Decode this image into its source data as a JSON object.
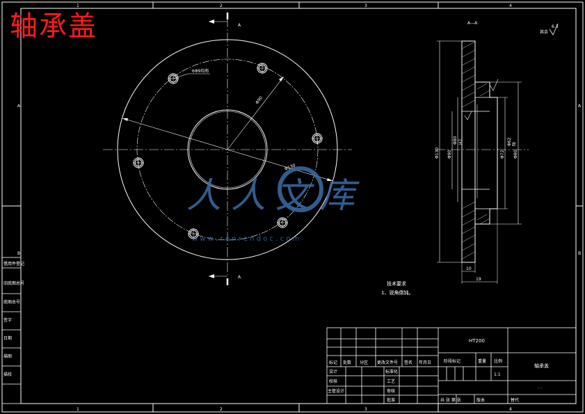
{
  "title": "轴承盖",
  "colors": {
    "background": "#000000",
    "lines": "#ffffff",
    "title": "#ff1a1a",
    "accent": "#ff3030",
    "watermark": "#3b6ea8"
  },
  "grid": {
    "top_numbers": [
      "1",
      "2",
      "3",
      "4"
    ],
    "left_letters": [
      "A",
      "B"
    ],
    "right_letters": [
      "A",
      "B"
    ]
  },
  "front_view": {
    "view_marker_top": "A",
    "view_marker_bottom": "A",
    "hole_note": "6Φ9均布",
    "dim_diagonal": "Φ90",
    "dim_outer": "Φ130"
  },
  "section_view": {
    "title": "A—A",
    "roughness_label": "其余",
    "roughness_value": "6.3",
    "left_dims": [
      "Φ130",
      "Φ90"
    ],
    "left_mid_dims": [
      "Φ80",
      "H7"
    ],
    "right_dims": [
      "Φ72",
      "Φ80"
    ],
    "right_mid_dims": [
      "Φ62",
      "f8"
    ],
    "bottom_dim_1": "10",
    "bottom_dim_2": "19"
  },
  "notes": {
    "title": "技术要求",
    "item1": "1、锐角倒钝。"
  },
  "left_column": {
    "labels": [
      "借用件登记",
      "旧底图总号",
      "底图总号",
      "签字",
      "日期",
      "描图",
      "描校"
    ]
  },
  "title_block": {
    "material": "HT200",
    "part_name": "轴承盖",
    "scale": "1:1",
    "header_labels": [
      "标记",
      "处数",
      "分区",
      "更改文件号",
      "签名",
      "年月日"
    ],
    "stage_label": "阶段标记",
    "weight_label": "重量",
    "scale_label": "比例",
    "rows": [
      "设计",
      "校核",
      "主管设计"
    ],
    "col2_rows": [
      "标准化",
      "工艺",
      "审核",
      "批准"
    ],
    "bottom_left": "共 张 第 张",
    "version": "版本",
    "replace": "替代",
    "dots": "· ·"
  },
  "watermark": {
    "text": "人人文库",
    "url": "w w w . r e n r e n d o c . c o m"
  }
}
